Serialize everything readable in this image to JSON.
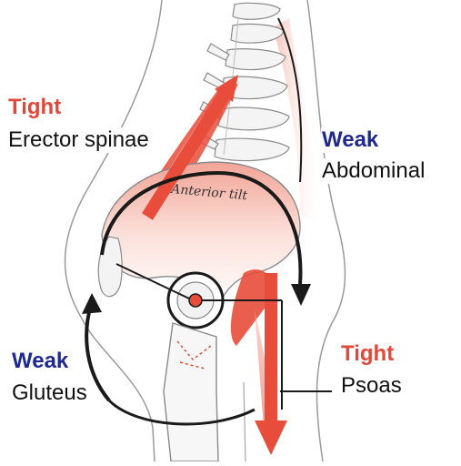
{
  "labels": {
    "erector": {
      "status": "Tight",
      "muscle": "Erector spinae"
    },
    "abdominal": {
      "status": "Weak",
      "muscle": "Abdominal"
    },
    "gluteus": {
      "status": "Weak",
      "muscle": "Gluteus"
    },
    "psoas": {
      "status": "Tight",
      "muscle": "Psoas"
    },
    "pelvis_tilt": "Anterior tilt"
  },
  "colors": {
    "tight": "#e0483a",
    "weak": "#1f2a8f",
    "muscle_text": "#111111",
    "bone_outline": "#8a8a8a",
    "arrow": "#1a1a1a",
    "muscle_fill": "#ef6a55"
  }
}
